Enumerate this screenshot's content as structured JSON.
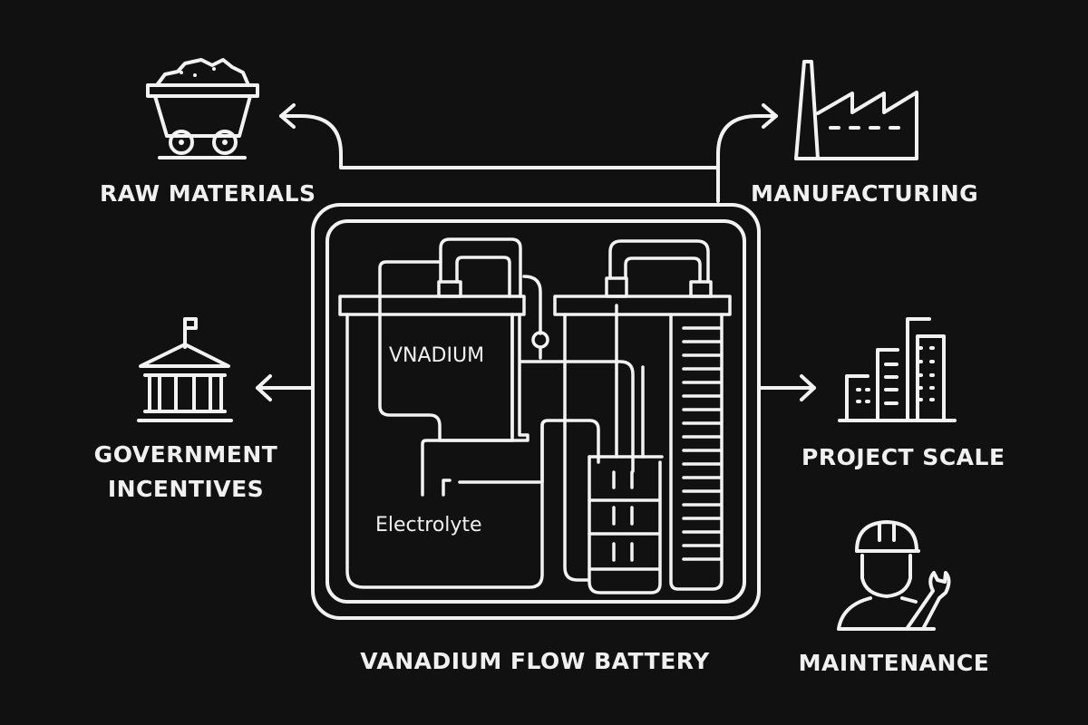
{
  "diagram": {
    "title": "VANADIUM FLOW BATTERY",
    "colors": {
      "background": "#111111",
      "stroke": "#f2f2f2"
    },
    "center": {
      "name": "Vanadium Flow Battery",
      "tank_label": "VNADIUM",
      "electrolyte_label": "Electrolyte"
    },
    "factors": [
      {
        "id": "raw-materials",
        "label": "RAW MATERIALS",
        "icon": "mine-cart-icon",
        "position": "top-left"
      },
      {
        "id": "manufacturing",
        "label": "MANUFACTURING",
        "icon": "factory-icon",
        "position": "top-right"
      },
      {
        "id": "government-incentives",
        "label_lines": [
          "GOVERNMENT",
          "INCENTIVES"
        ],
        "icon": "government-building-icon",
        "position": "middle-left"
      },
      {
        "id": "project-scale",
        "label": "PROJECT SCALE",
        "icon": "buildings-icon",
        "position": "middle-right"
      },
      {
        "id": "maintenance",
        "label": "MAINTENANCE",
        "icon": "worker-wrench-icon",
        "position": "bottom-right"
      }
    ],
    "connections": [
      {
        "from": "battery",
        "to": "raw-materials"
      },
      {
        "from": "battery",
        "to": "manufacturing"
      },
      {
        "from": "battery",
        "to": "government-incentives"
      },
      {
        "from": "battery",
        "to": "project-scale"
      }
    ]
  }
}
